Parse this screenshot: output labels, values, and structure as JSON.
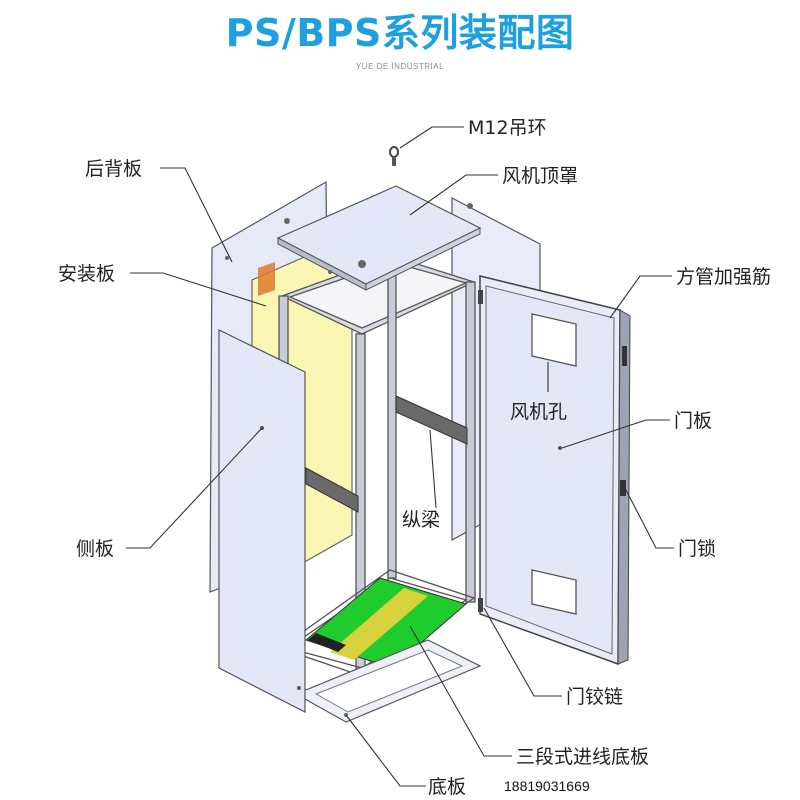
{
  "header": {
    "title": "PS/BPS系列装配图",
    "subtitle": "YUE DE INDUSTRIAL"
  },
  "labels": {
    "lifting_ring": "M12吊环",
    "back_panel": "后背板",
    "fan_top_cover": "风机顶罩",
    "mounting_plate": "安装板",
    "square_tube_stiffener": "方管加强筋",
    "fan_hole": "风机孔",
    "door_panel": "门板",
    "side_panel": "侧板",
    "longitudinal_beam": "纵梁",
    "door_lock": "门锁",
    "door_hinge": "门铰链",
    "three_section_gland_plate": "三段式进线底板",
    "base_plate": "底板"
  },
  "contact": {
    "phone": "18819031669"
  },
  "colors": {
    "title": "#1ea0e0",
    "panel_fill": "#e4e7f7",
    "mounting_plate": "#fbf6b4",
    "gland_green": "#22cc33",
    "gland_yellow": "#d8d23c",
    "frame": "#555555"
  }
}
